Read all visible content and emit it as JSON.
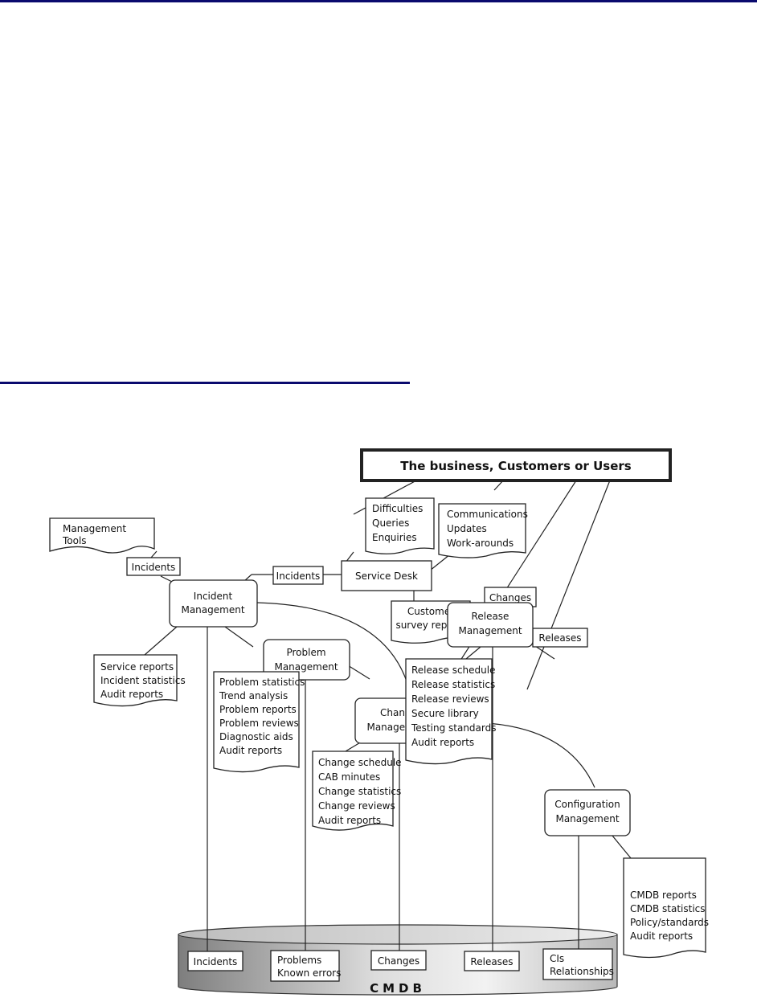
{
  "colors": {
    "rule": "#0a0a6e",
    "cmdb_dark": "#8a8a8a",
    "cmdb_light": "#e6e6e6"
  },
  "diagram": {
    "business": "The business, Customers or Users",
    "mgmt_tools": [
      "Management",
      "Tools"
    ],
    "incidents_a": "Incidents",
    "incidents_b": "Incidents",
    "difficulties": [
      "Difficulties",
      "Queries",
      "Enquiries"
    ],
    "communications": [
      "Communications",
      "Updates",
      "Work-arounds"
    ],
    "service_desk": "Service Desk",
    "customer_survey": [
      "Customer",
      "survey reports"
    ],
    "changes_label": "Changes",
    "releases_label": "Releases",
    "incident_mgmt": [
      "Incident",
      "Management"
    ],
    "service_reports": [
      "Service reports",
      "Incident statistics",
      "Audit reports"
    ],
    "problem_mgmt": [
      "Problem",
      "Management"
    ],
    "problem_reports": [
      "Problem statistics",
      "Trend analysis",
      "Problem reports",
      "Problem reviews",
      "Diagnostic aids",
      "Audit reports"
    ],
    "change_mgmt": [
      "Change",
      "Management"
    ],
    "change_reports": [
      "Change schedule",
      "CAB minutes",
      "Change statistics",
      "Change reviews",
      "Audit reports"
    ],
    "release_mgmt": [
      "Release",
      "Management"
    ],
    "release_reports": [
      "Release schedule",
      "Release statistics",
      "Release reviews",
      "Secure library",
      "Testing standards",
      "Audit reports"
    ],
    "config_mgmt": [
      "Configuration",
      "Management"
    ],
    "cmdb_reports": [
      "CMDB reports",
      "CMDB statistics",
      "Policy/standards",
      "Audit reports"
    ],
    "cmdb": {
      "title": "CMDB",
      "incidents": "Incidents",
      "problems": [
        "Problems",
        "Known errors"
      ],
      "changes": "Changes",
      "releases": "Releases",
      "cis": [
        "CIs",
        "Relationships"
      ]
    }
  }
}
